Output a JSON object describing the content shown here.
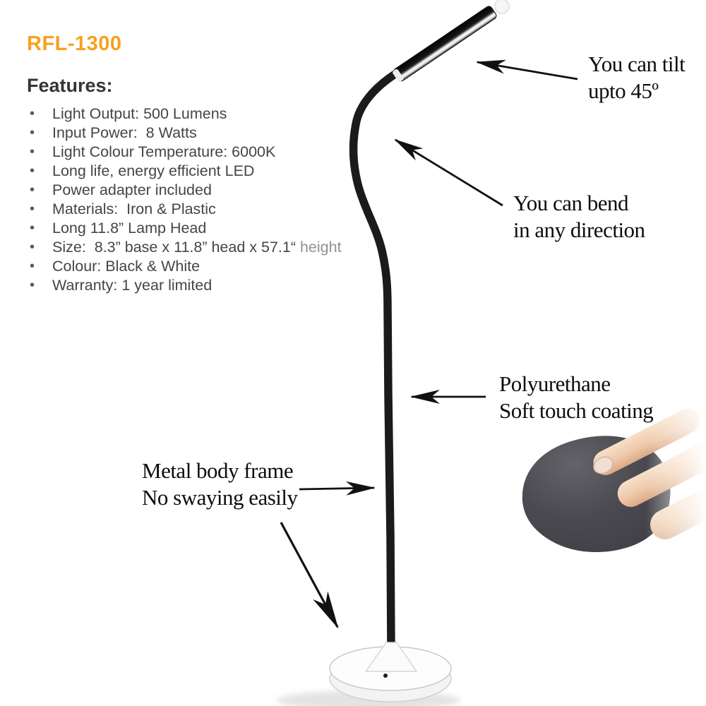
{
  "product_code": "RFL-1300",
  "features": {
    "heading": "Features:",
    "items": [
      {
        "text": "Light Output: 500 Lumens",
        "muted": ""
      },
      {
        "text": "Input Power:  8 Watts",
        "muted": ""
      },
      {
        "text": "Light Colour Temperature: 6000K",
        "muted": ""
      },
      {
        "text": "Long life, energy efficient LED",
        "muted": ""
      },
      {
        "text": "Power adapter included",
        "muted": ""
      },
      {
        "text": "Materials:  Iron & Plastic",
        "muted": ""
      },
      {
        "text": "Long 11.8” Lamp Head",
        "muted": ""
      },
      {
        "text": "Size:  8.3” base x 11.8” head x 57.1“",
        "muted": " height"
      },
      {
        "text": "Colour: Black & White",
        "muted": ""
      },
      {
        "text": "Warranty: 1 year limited",
        "muted": ""
      }
    ]
  },
  "annotations": {
    "tilt": {
      "line1": "You can tilt",
      "line2": "upto 45º"
    },
    "bend": {
      "line1": "You can bend",
      "line2": "in any direction"
    },
    "coating": {
      "line1": "Polyurethane",
      "line2": "Soft touch coating"
    },
    "frame": {
      "line1": "Metal body frame",
      "line2": "No swaying easily"
    }
  },
  "colors": {
    "accent_orange": "#F7A11E",
    "text_dark": "#454545",
    "text_muted": "#909090",
    "ink": "#0d0d0d",
    "lamp_black": "#1b1b1b",
    "base_white": "#fbfbfb",
    "mouse_gray": "#4a4a50"
  },
  "graphics": {
    "lamp": "gooseneck-led-floor-lamp",
    "mouse": "soft-touch-coated-surface-with-hand"
  }
}
